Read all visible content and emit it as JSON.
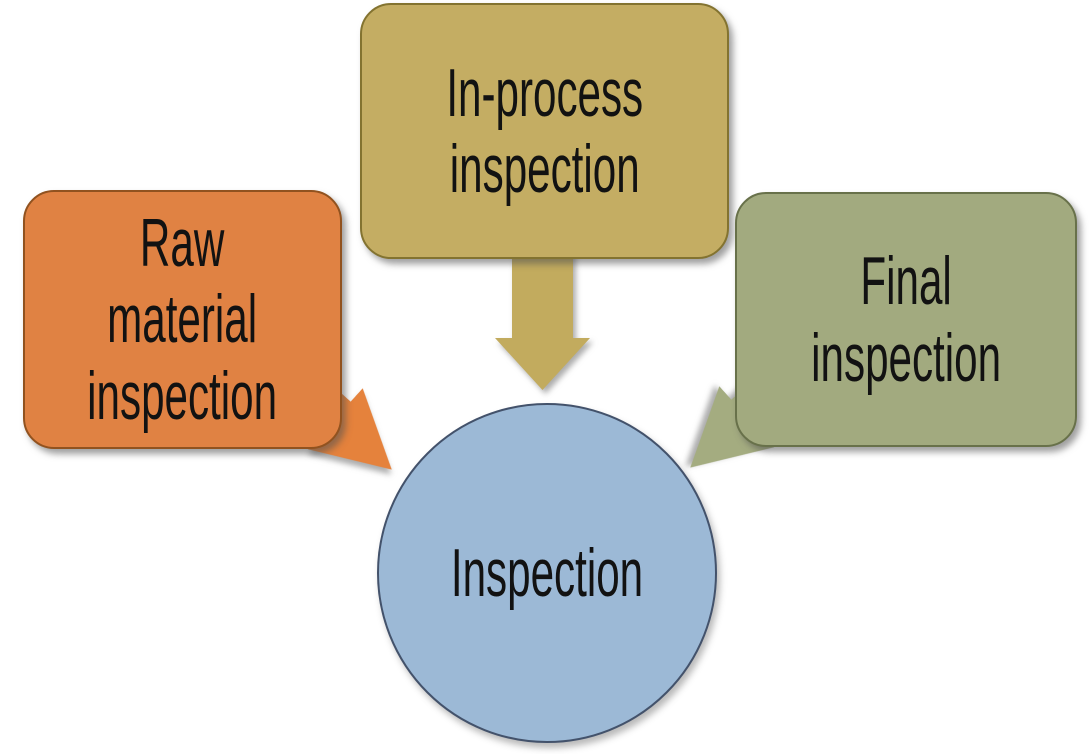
{
  "diagram": {
    "type": "converging-radial",
    "background": "#FFFFFF",
    "text_color": "#121212",
    "center_node": {
      "label": "Inspection",
      "shape": "circle",
      "fill": "#9CB9D6",
      "border": "#43526B"
    },
    "source_nodes": [
      {
        "id": "raw-material-inspection",
        "label": "Raw material inspection",
        "lines": [
          "Raw",
          "material",
          "inspection"
        ],
        "shape": "rounded-rectangle",
        "fill": "#E08243",
        "border": "#91521F",
        "arrow_color": "#E5823C",
        "arrow_direction": "down-right"
      },
      {
        "id": "in-process-inspection",
        "label": "In-process inspection",
        "lines": [
          "In-process",
          "inspection"
        ],
        "shape": "rounded-rectangle",
        "fill": "#C4AD63",
        "border": "#837330",
        "arrow_color": "#C2AB5E",
        "arrow_direction": "down"
      },
      {
        "id": "final-inspection",
        "label": "Final inspection",
        "lines": [
          "Final",
          "inspection"
        ],
        "shape": "rounded-rectangle",
        "fill": "#A2AA7F",
        "border": "#68714A",
        "arrow_color": "#A4AC80",
        "arrow_direction": "down-left"
      }
    ]
  }
}
